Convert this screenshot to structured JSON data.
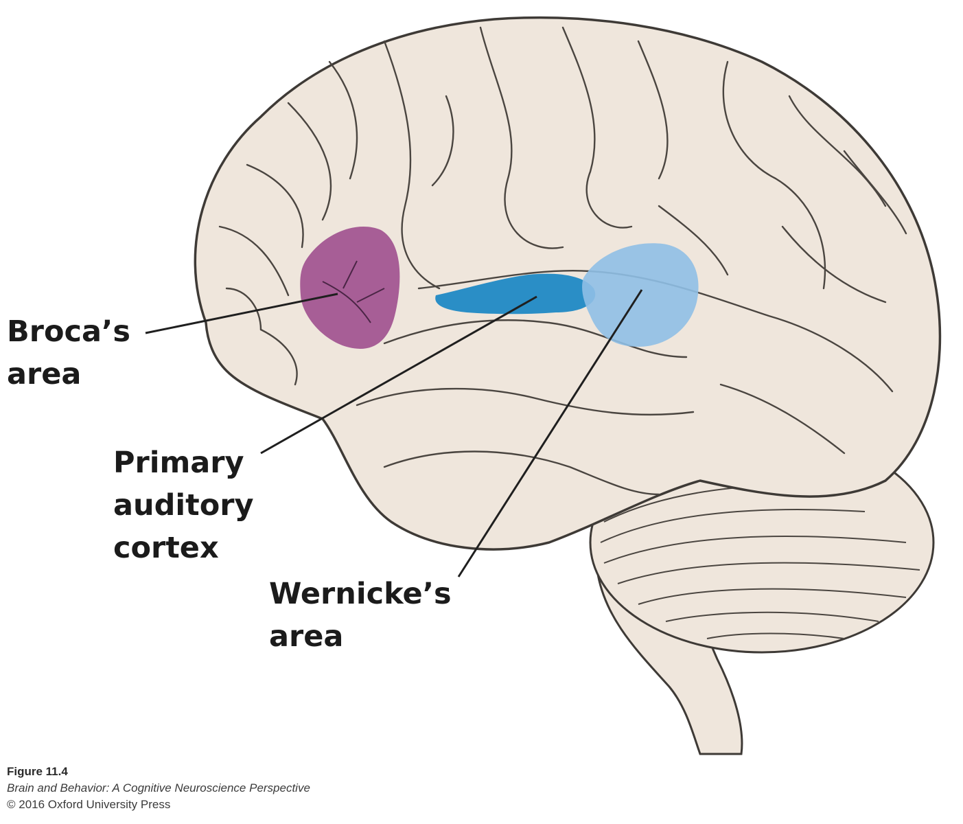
{
  "labels": {
    "broca": [
      "Broca’s",
      "area"
    ],
    "primary_auditory": [
      "Primary",
      "auditory",
      "cortex"
    ],
    "wernicke": [
      "Wernicke’s",
      "area"
    ]
  },
  "caption": {
    "figure": "Figure 11.4",
    "book": "Brain and Behavior: A Cognitive Neuroscience Perspective",
    "copyright": "© 2016 Oxford University Press"
  },
  "colors": {
    "brain_fill": "#efe6dc",
    "brain_outline": "#3e3a36",
    "broca_region": "#9e4f8e",
    "auditory_region": "#2a8ec6",
    "wernicke_region": "#8fbfe6",
    "leader_line": "#1f1f1f"
  }
}
